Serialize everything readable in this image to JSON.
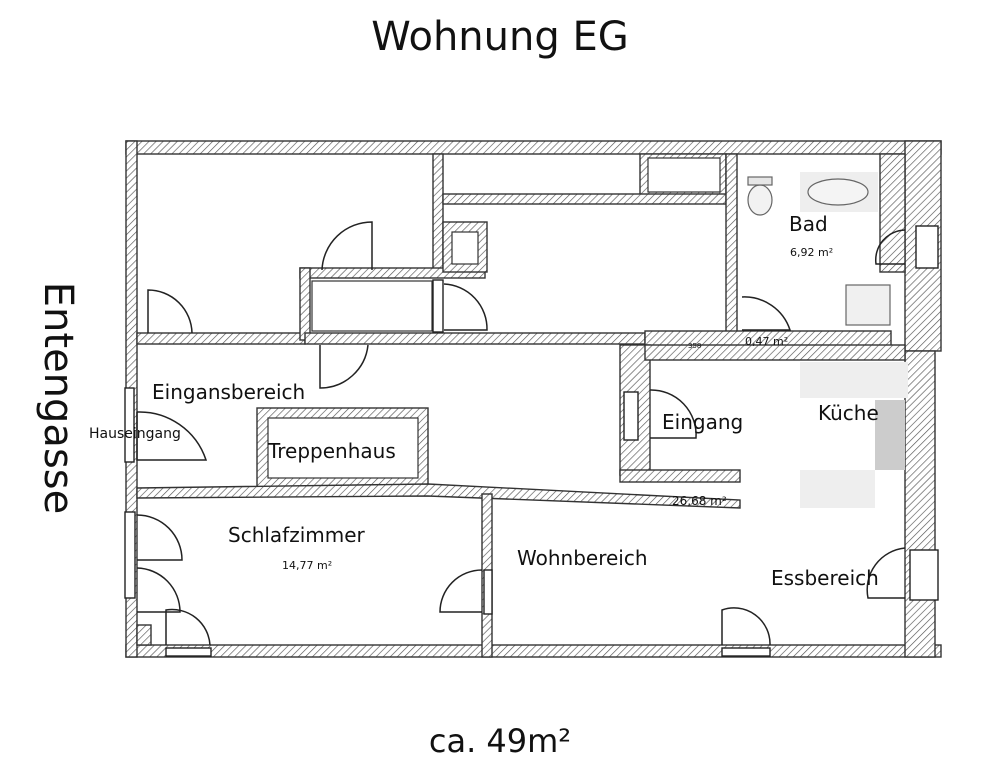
{
  "title": "Wohnung EG",
  "street": "Entengasse",
  "total_area": "ca. 49m²",
  "rooms": {
    "bad": "Bad",
    "bad_area": "6,92 m²",
    "small_area": "0,47 m²",
    "small_code": "358",
    "eingangsbereich": "Eingansbereich",
    "hauseingang": "Hauseingang",
    "treppenhaus": "Treppenhaus",
    "eingang": "Eingang",
    "kueche": "Küche",
    "flur_area": "26,68 m²",
    "schlafzimmer": "Schlafzimmer",
    "schlafzimmer_area": "14,77 m²",
    "wohnbereich": "Wohnbereich",
    "essbereich": "Essbereich"
  }
}
